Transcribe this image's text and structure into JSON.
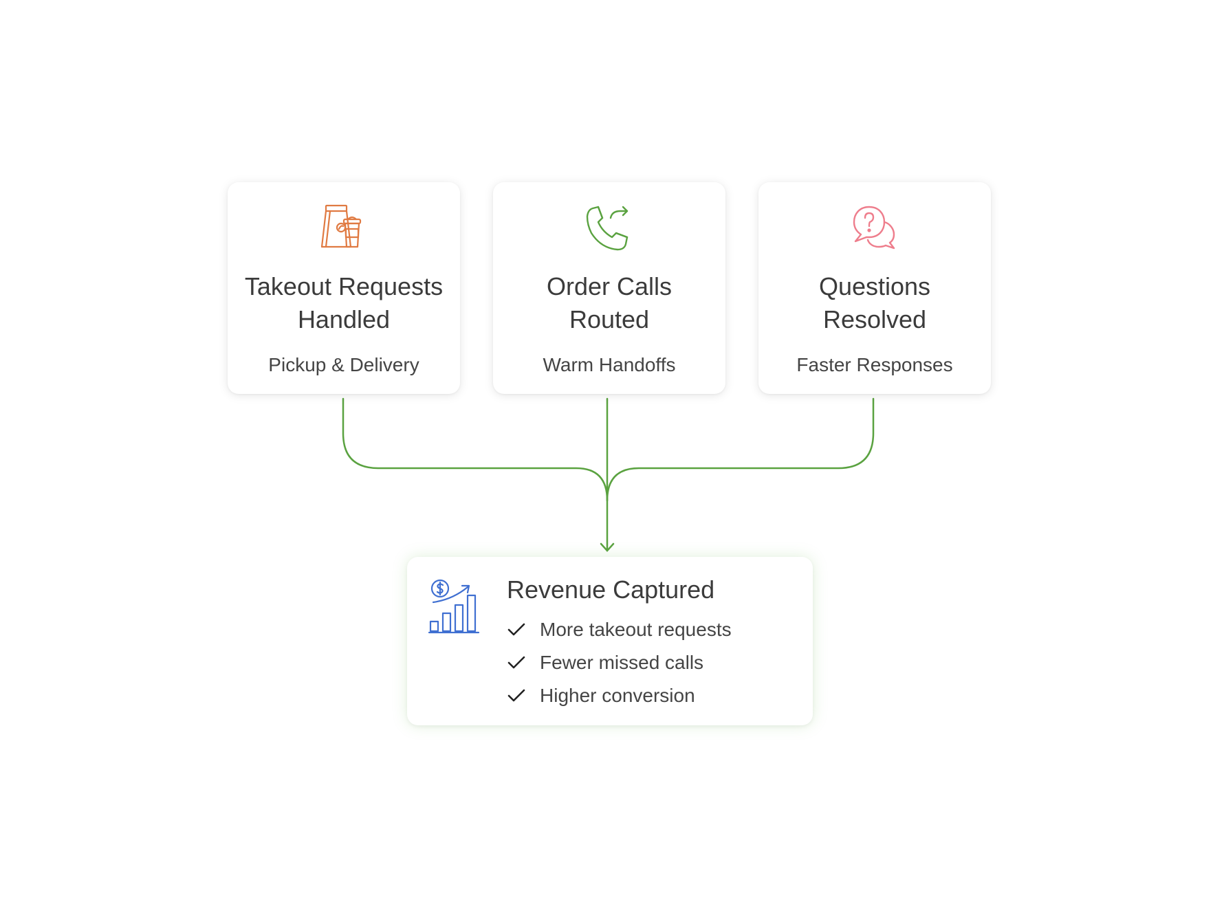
{
  "cards": [
    {
      "title_line1": "Takeout Requests",
      "title_line2": "Handled",
      "subtitle": "Pickup & Delivery",
      "icon": "takeout-bag-cup-icon",
      "color": "#e07a42"
    },
    {
      "title_line1": "Order Calls",
      "title_line2": "Routed",
      "subtitle": "Warm Handoffs",
      "icon": "phone-forward-icon",
      "color": "#5aa240"
    },
    {
      "title_line1": "Questions",
      "title_line2": "Resolved",
      "subtitle": "Faster Responses",
      "icon": "question-chat-icon",
      "color": "#ee7d8c"
    }
  ],
  "result": {
    "title": "Revenue Captured",
    "icon": "revenue-growth-chart-icon",
    "color": "#3f6fd1",
    "items": [
      "More takeout requests",
      "Fewer missed calls",
      "Higher conversion"
    ]
  },
  "connector_color": "#5aa240"
}
